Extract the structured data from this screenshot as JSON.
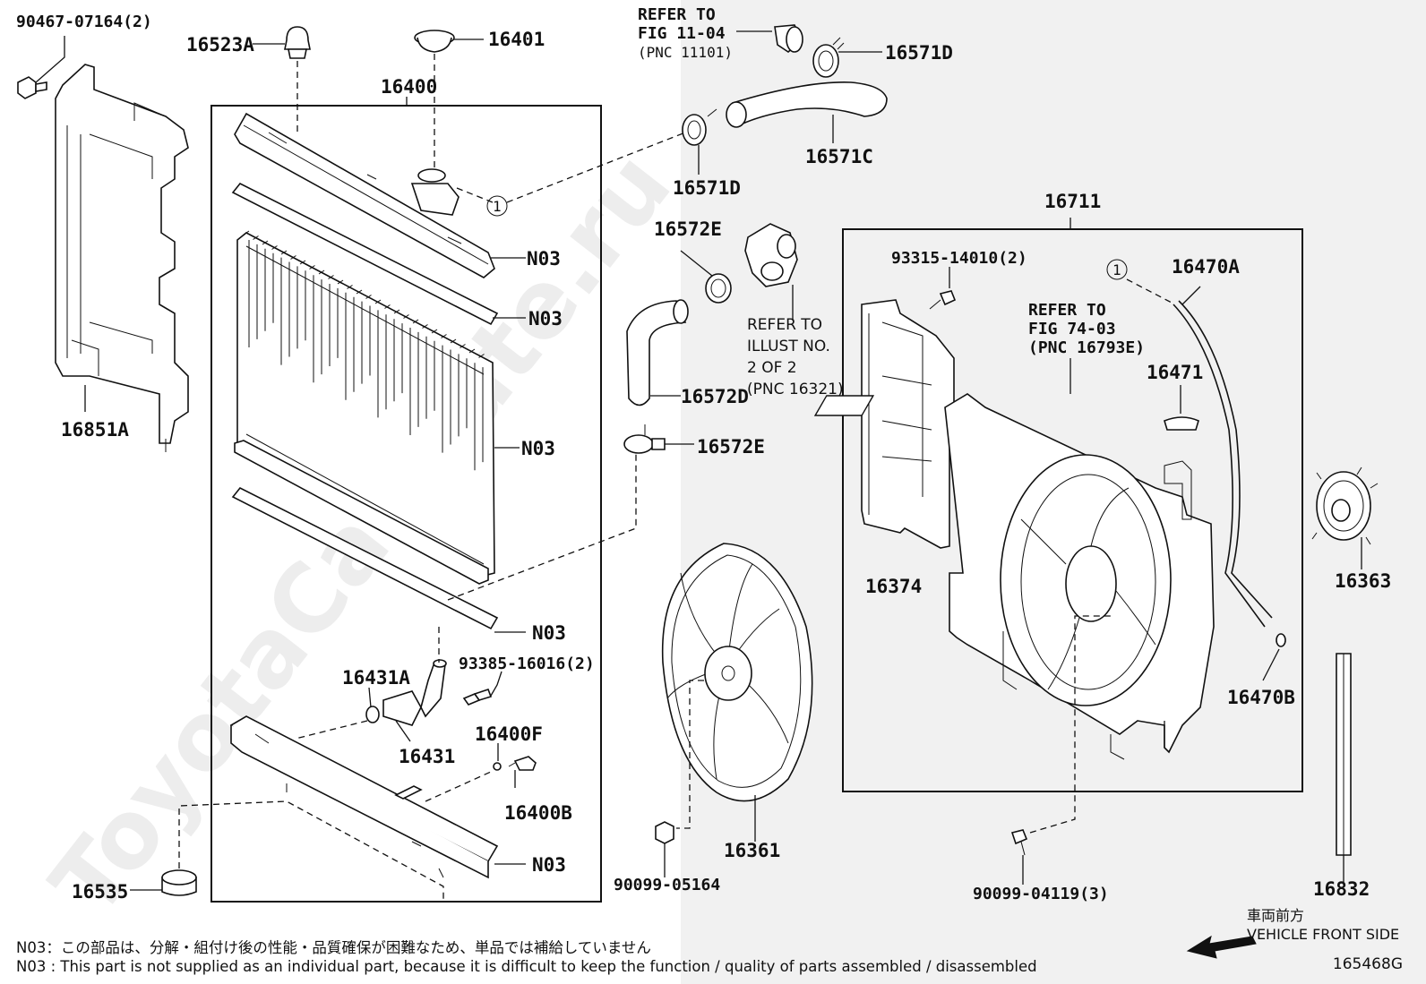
{
  "diagram_code": "165468G",
  "watermark": "ToyotaCarMate.ru",
  "callouts": [
    {
      "id": "c-90467",
      "text": "90467-07164(2)"
    },
    {
      "id": "c-16523A",
      "text": "16523A"
    },
    {
      "id": "c-16401",
      "text": "16401"
    },
    {
      "id": "c-16400",
      "text": "16400"
    },
    {
      "id": "c-16851A",
      "text": "16851A"
    },
    {
      "id": "c-N03-1",
      "text": "N03"
    },
    {
      "id": "c-N03-2",
      "text": "N03"
    },
    {
      "id": "c-N03-3",
      "text": "N03"
    },
    {
      "id": "c-N03-4",
      "text": "N03"
    },
    {
      "id": "c-N03-5",
      "text": "N03"
    },
    {
      "id": "c-16431A",
      "text": "16431A"
    },
    {
      "id": "c-93385",
      "text": "93385-16016(2)"
    },
    {
      "id": "c-16431",
      "text": "16431"
    },
    {
      "id": "c-16400F",
      "text": "16400F"
    },
    {
      "id": "c-16400B",
      "text": "16400B"
    },
    {
      "id": "c-16535",
      "text": "16535"
    },
    {
      "id": "c-16571D-top",
      "text": "16571D"
    },
    {
      "id": "c-16571C",
      "text": "16571C"
    },
    {
      "id": "c-16571D-bot",
      "text": "16571D"
    },
    {
      "id": "c-16572E-top",
      "text": "16572E"
    },
    {
      "id": "c-16572D",
      "text": "16572D"
    },
    {
      "id": "c-16572E-bot",
      "text": "16572E"
    },
    {
      "id": "c-16361",
      "text": "16361"
    },
    {
      "id": "c-90099-05164",
      "text": "90099-05164"
    },
    {
      "id": "c-16711",
      "text": "16711"
    },
    {
      "id": "c-93315",
      "text": "93315-14010(2)"
    },
    {
      "id": "c-16470A",
      "text": "16470A"
    },
    {
      "id": "c-16471",
      "text": "16471"
    },
    {
      "id": "c-16374",
      "text": "16374"
    },
    {
      "id": "c-16363",
      "text": "16363"
    },
    {
      "id": "c-16470B",
      "text": "16470B"
    },
    {
      "id": "c-16832",
      "text": "16832"
    },
    {
      "id": "c-90099-04119",
      "text": "90099-04119(3)"
    }
  ],
  "refer_fig_11_04": [
    "REFER TO",
    "FIG 11-04",
    "(PNC 11101)"
  ],
  "refer_illust": [
    "REFER TO",
    "ILLUST NO.",
    "2 OF 2",
    "(PNC 16321)"
  ],
  "refer_fig_74_03": [
    "REFER TO",
    "FIG 74-03",
    "(PNC 16793E)"
  ],
  "circle_marker": "1",
  "notes": {
    "jp": "N03：この部品は、分解・組付け後の性能・品質確保が困難なため、単品では補給していません",
    "en": "N03 : This part is not supplied as an individual part, because it is difficult to keep the function / quality of parts assembled / disassembled"
  },
  "direction": {
    "jp": "車両前方",
    "en": "VEHICLE FRONT SIDE"
  }
}
